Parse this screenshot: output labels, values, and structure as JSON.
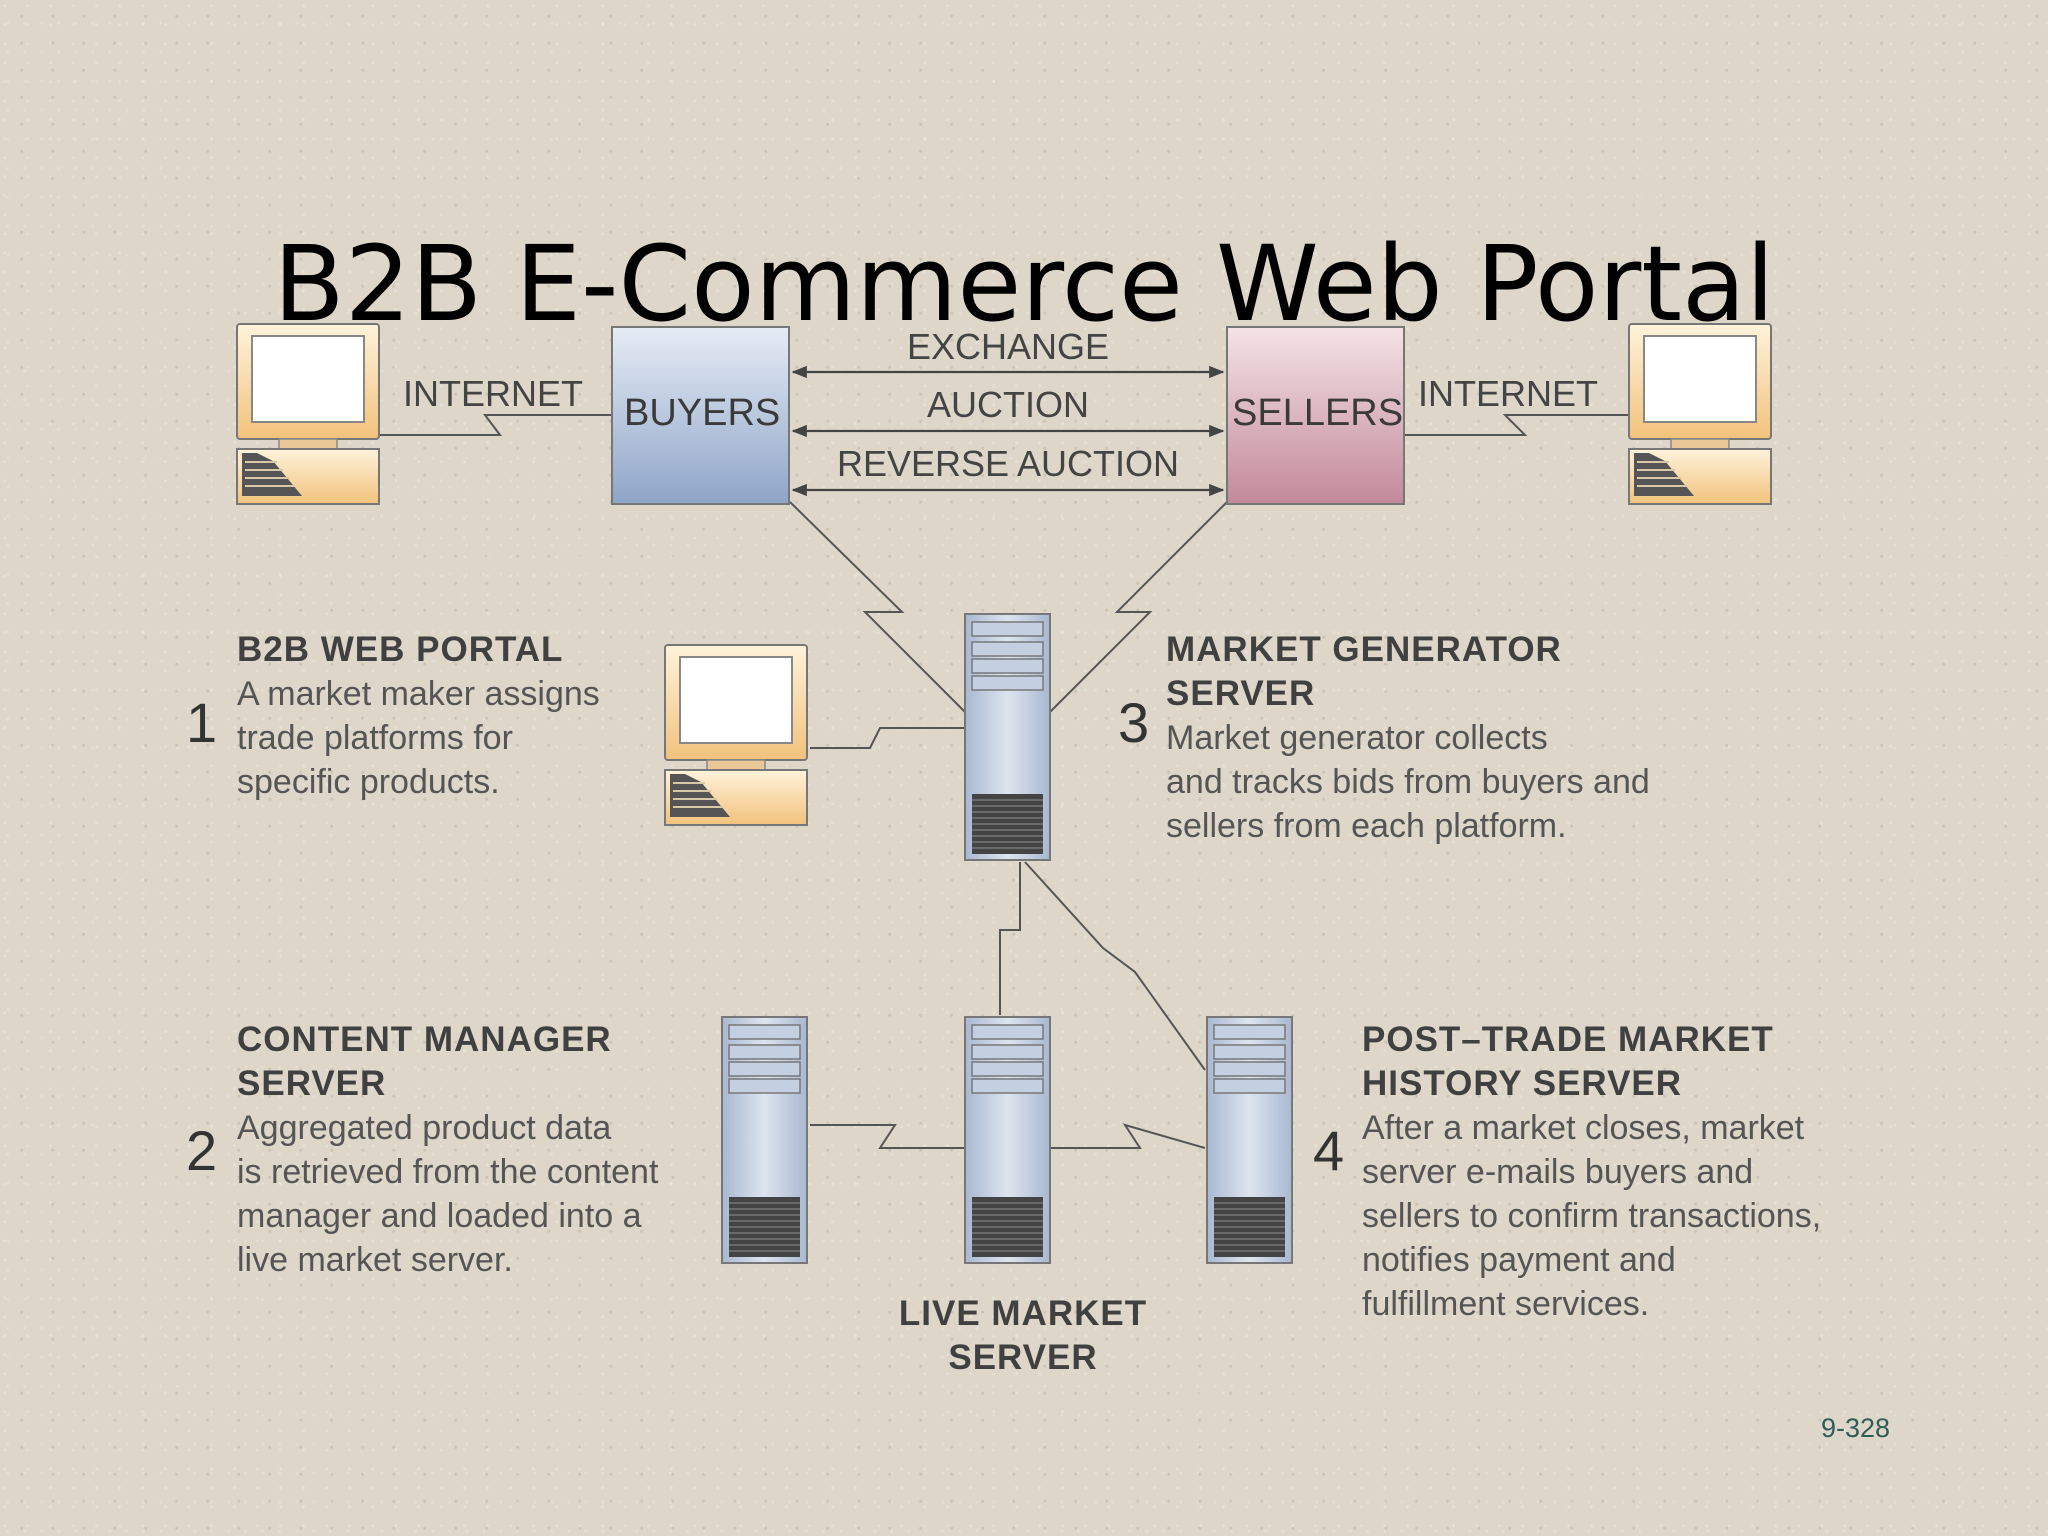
{
  "title": "B2B E-Commerce Web Portal",
  "top": {
    "internet_left": "INTERNET",
    "internet_right": "INTERNET",
    "buyers": "BUYERS",
    "sellers": "SELLERS",
    "arrows": [
      "EXCHANGE",
      "AUCTION",
      "REVERSE AUCTION"
    ]
  },
  "steps": [
    {
      "number": "1",
      "heading": [
        "B2B WEB PORTAL"
      ],
      "body": [
        "A market maker assigns",
        "trade platforms for",
        "specific products."
      ]
    },
    {
      "number": "2",
      "heading": [
        "CONTENT MANAGER",
        "SERVER"
      ],
      "body": [
        "Aggregated product data",
        "is retrieved from the content",
        "manager and loaded into a",
        "live market server."
      ]
    },
    {
      "number": "3",
      "heading": [
        "MARKET GENERATOR",
        "SERVER"
      ],
      "body": [
        "Market generator collects",
        "and tracks bids from buyers and",
        "sellers from each platform."
      ]
    },
    {
      "number": "4",
      "heading": [
        "POST–TRADE MARKET",
        "HISTORY SERVER"
      ],
      "body": [
        "After a market closes, market",
        "server e-mails buyers and",
        "sellers to confirm transactions,",
        "notifies payment and",
        "fulfillment services."
      ]
    }
  ],
  "live_market": [
    "LIVE MARKET",
    "SERVER"
  ],
  "page_number": "9-328",
  "colors": {
    "background": "#ddd6c9",
    "buyers_box": "#8fa6c8",
    "sellers_box": "#c48d99",
    "computer_frame": "#f1c27d",
    "server": "#b9c6da"
  }
}
